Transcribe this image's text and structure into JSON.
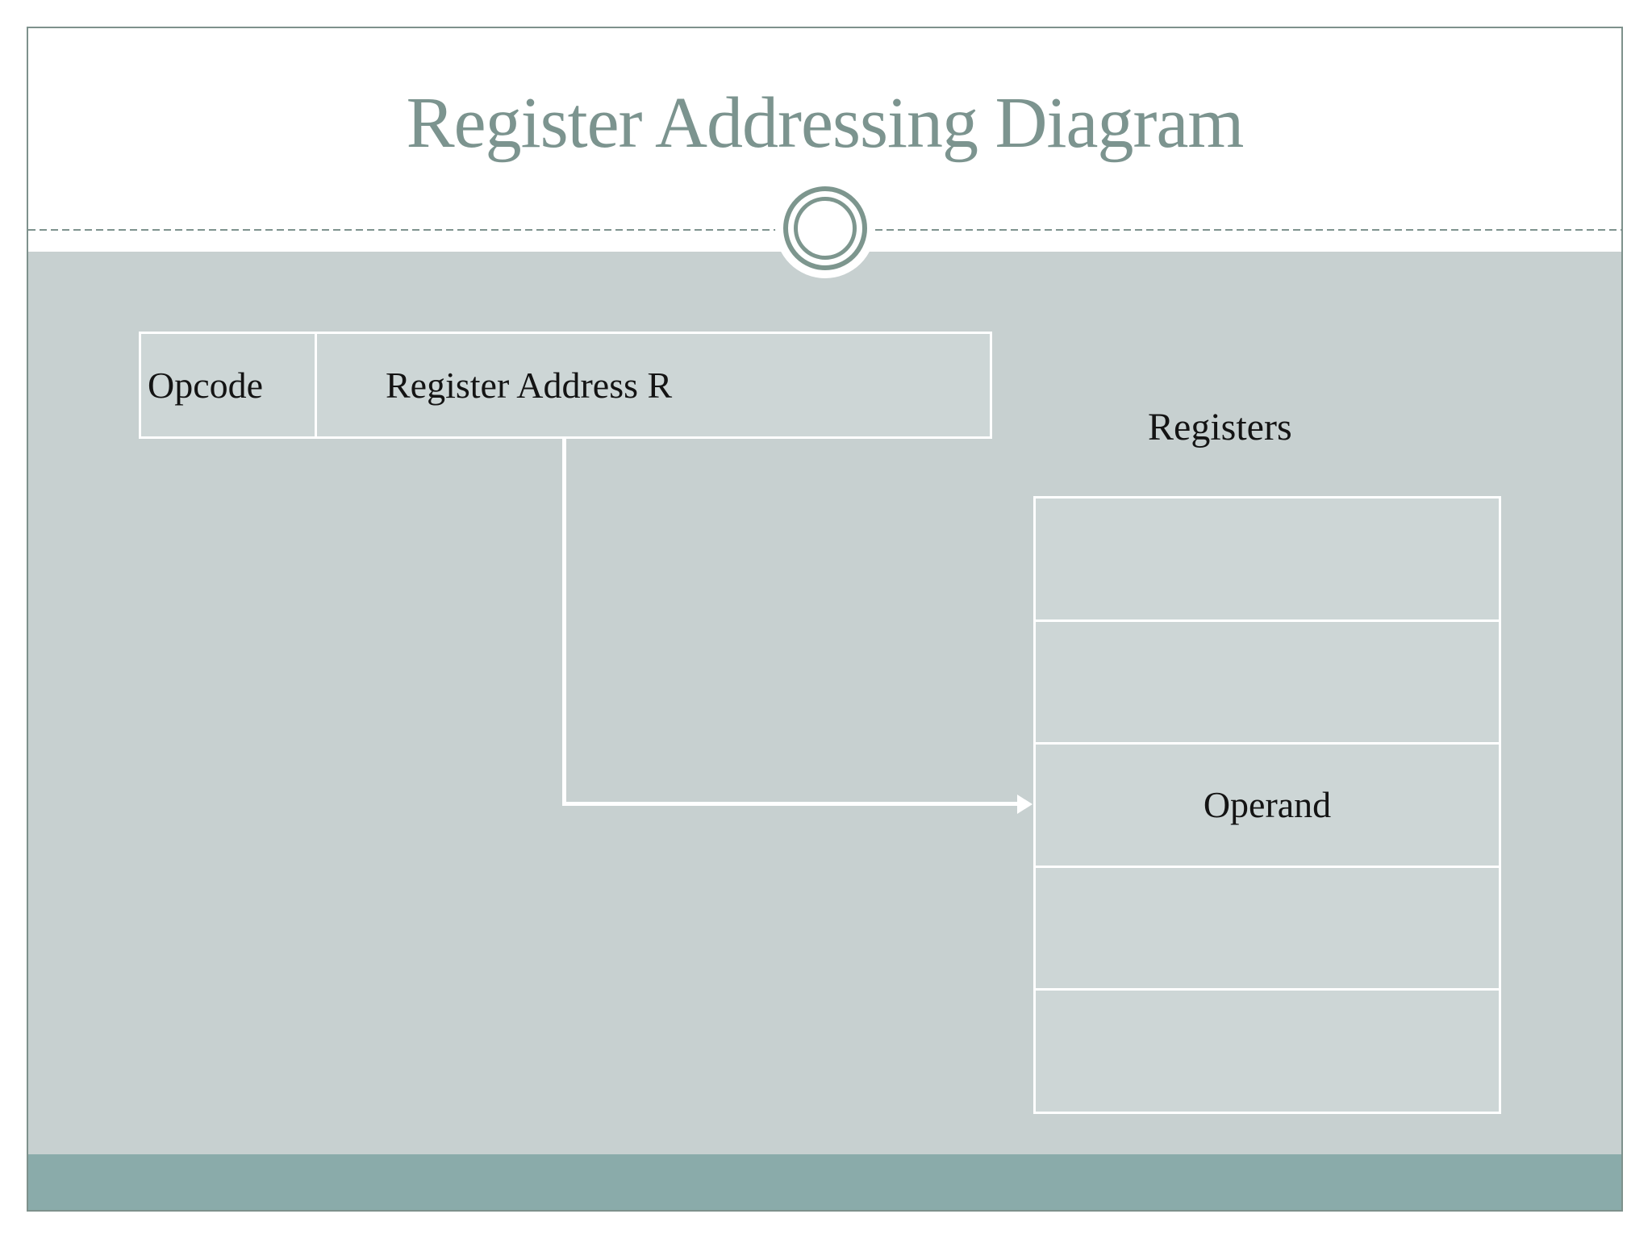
{
  "slide": {
    "title": "Register Addressing Diagram",
    "instruction_fields": {
      "opcode": "Opcode",
      "register_address": "Register Address R"
    },
    "registers_label": "Registers",
    "register_rows": [
      "",
      "",
      "Operand",
      "",
      ""
    ],
    "colors": {
      "accent_sage": "#7c948f",
      "body_gray": "#c7d0d0",
      "cell_fill": "#cdd6d6",
      "footer_teal": "#8aabaa",
      "line_white": "#ffffff",
      "text_black": "#141414"
    }
  }
}
